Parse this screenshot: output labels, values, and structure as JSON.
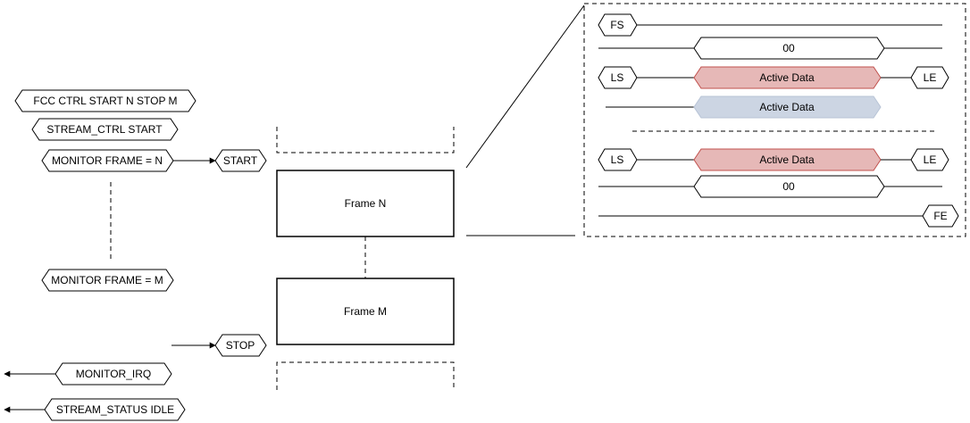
{
  "left_commands": {
    "fcc_ctrl": "FCC CTRL START N STOP M",
    "stream_ctrl": "STREAM_CTRL START",
    "monitor_frame_n": "MONITOR FRAME = N",
    "monitor_frame_m": "MONITOR FRAME = M",
    "monitor_irq": "MONITOR_IRQ",
    "stream_status": "STREAM_STATUS IDLE"
  },
  "markers": {
    "start": "START",
    "stop": "STOP"
  },
  "frames": {
    "frame_n": "Frame N",
    "frame_m": "Frame M"
  },
  "detail": {
    "fs": "FS",
    "fe": "FE",
    "ls": "LS",
    "le": "LE",
    "zero_word": "00",
    "active_data": "Active Data"
  },
  "colors": {
    "active_data_fill": "#e6b8b7",
    "active_data_fill_alt": "#ccd5e3",
    "active_data_stroke": "#c0504d"
  }
}
